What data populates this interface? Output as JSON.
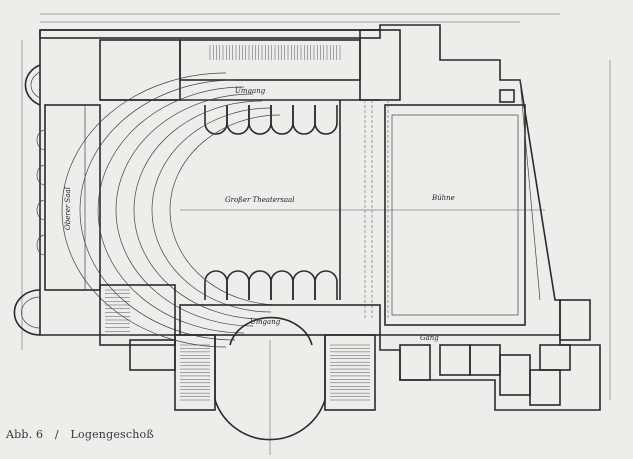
{
  "caption": {
    "figure": "Abb. 6",
    "separator": "/",
    "title": "Logengeschoß"
  },
  "labels": {
    "main_hall": "Großer Theatersaal",
    "stage": "Bühne",
    "corridor_top": "Umgang",
    "corridor_bottom": "Umgang",
    "left_hall": "Oberer Saal",
    "passage": "Gang"
  }
}
